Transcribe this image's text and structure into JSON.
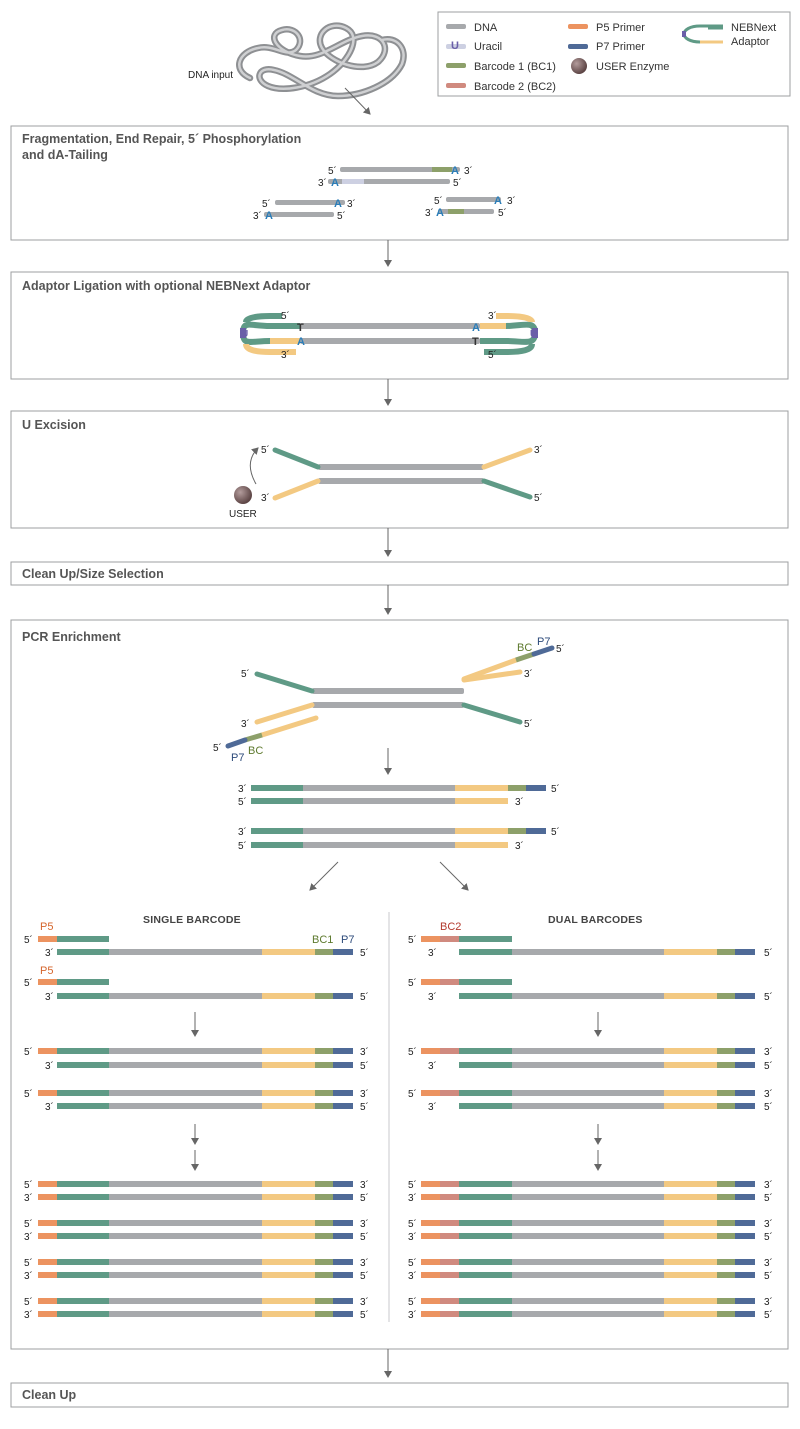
{
  "colors": {
    "dna": "#a7a9ac",
    "uracil": "#6a5fa8",
    "barcode1": "#8da06a",
    "barcode2": "#d08a7f",
    "p5": "#ec9360",
    "p7": "#4f6a97",
    "adaptor_teal": "#5f9a86",
    "adaptor_yellow": "#f3c982",
    "user_enzyme": "#7a5f5f",
    "base_a": "#2b7db8",
    "box_border": "#9d9fa1"
  },
  "legend": {
    "dna": "DNA",
    "uracil": "Uracil",
    "uracil_glyph": "U",
    "barcode1": "Barcode 1 (BC1)",
    "barcode2": "Barcode 2 (BC2)",
    "p5": "P5 Primer",
    "p7": "P7 Primer",
    "user_enzyme": "USER Enzyme",
    "adaptor_line1": "NEBNext",
    "adaptor_line2": "Adaptor"
  },
  "dna_input_label": "DNA input",
  "steps": {
    "frag_title_1": "Fragmentation, End Repair, 5´ Phosphorylation",
    "frag_title_2": "and dA-Tailing",
    "ligation": "Adaptor Ligation with optional NEBNext Adaptor",
    "u_excision": "U Excision",
    "cleanup_size": "Clean Up/Size Selection",
    "pcr": "PCR Enrichment",
    "cleanup": "Clean Up"
  },
  "labels": {
    "five": "5´",
    "three": "3´",
    "a": "A",
    "t": "T",
    "u": "U",
    "user": "USER",
    "bc": "BC",
    "p7": "P7",
    "p5": "P5",
    "bc1": "BC1",
    "bc2": "BC2",
    "single_barcode": "SINGLE BARCODE",
    "dual_barcodes": "DUAL BARCODES"
  }
}
